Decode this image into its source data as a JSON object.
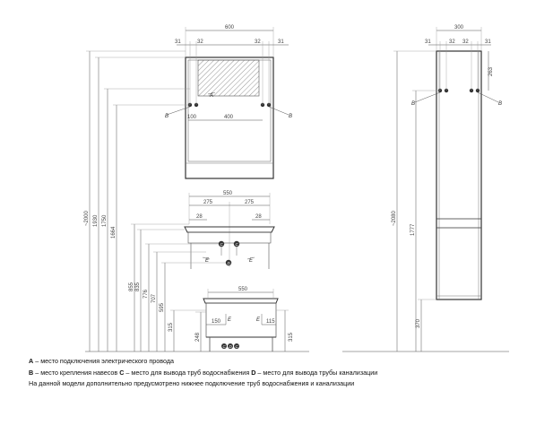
{
  "top_dims": {
    "total_width": "600",
    "left_31": "31",
    "left_32": "32",
    "right_32": "32",
    "right_31": "31",
    "inner_100": "100",
    "inner_400": "400"
  },
  "mid_dims": {
    "total_550": "550",
    "left_275": "275",
    "right_275": "275",
    "left_28": "28",
    "right_28": "28"
  },
  "bottom_dims": {
    "width_550": "550",
    "h_150": "150",
    "h_115": "115",
    "h_248": "248",
    "h_315": "315"
  },
  "heights": {
    "h2000": "~2000",
    "h1930": "1930",
    "h1750": "1750",
    "h1664": "1664",
    "h855": "855",
    "h835": "835",
    "h776": "776",
    "h707": "707",
    "h595": "595",
    "h315": "315"
  },
  "side_dims": {
    "total_300": "300",
    "d31a": "31",
    "d32a": "32",
    "d32b": "32",
    "d31b": "31",
    "v263": "263",
    "h2080": "~2080",
    "h1777": "1777",
    "h370": "370"
  },
  "markers": {
    "A": "A",
    "B": "B",
    "C": "C",
    "D": "D",
    "E": "E"
  },
  "legend": {
    "line1_key": "A",
    "line1_text": " – место подключения электрического провода",
    "line2_key_b": "B",
    "line2_text_b": " – место крепления навесов ",
    "line2_key_c": "C",
    "line2_text_c": " – место для вывода труб водоснабжения ",
    "line2_key_d": "D",
    "line2_text_d": " – место для вывода трубы канализации",
    "line3_text": "На данной модели дополнительно предусмотрено нижнее подключение труб водоснабжения и канализации"
  }
}
